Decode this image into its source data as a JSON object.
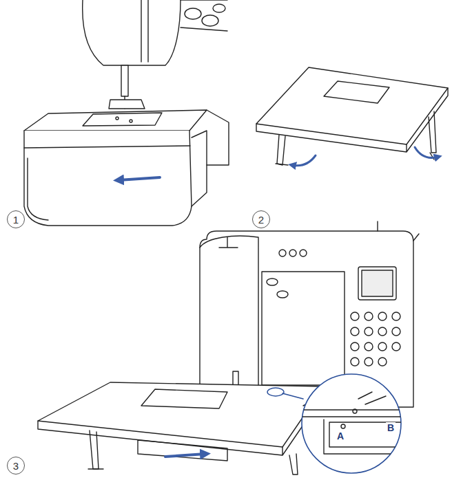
{
  "diagram": {
    "nodes": [
      {
        "text": [
          "1"
        ]
      },
      {
        "text": [
          "2"
        ]
      },
      {
        "text": [
          "3"
        ]
      }
    ],
    "labels": [
      "A",
      "B"
    ]
  }
}
